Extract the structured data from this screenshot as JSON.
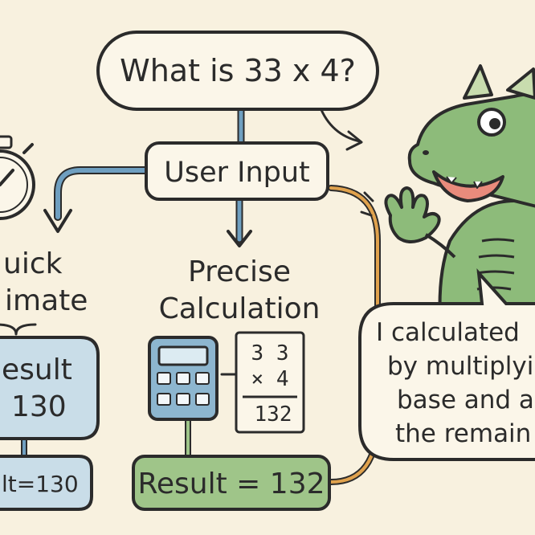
{
  "question": {
    "text": "What is 33 x 4?"
  },
  "input_node": {
    "label": "User Input"
  },
  "quick": {
    "heading_line1": "uick",
    "heading_line2": "imate",
    "box_line1": "esult",
    "box_line2": "130",
    "result_label": "lt=130"
  },
  "precise": {
    "heading_line1": "Precise",
    "heading_line2": "Calculation",
    "work": {
      "line1": "3  3",
      "line2": "×  4",
      "line3": "132"
    },
    "result_label": "Result = 132"
  },
  "bubble": {
    "lines": [
      "I calculated",
      "by multiplyi",
      "base and ad",
      "the remain"
    ]
  },
  "colors": {
    "background": "#f8f1df",
    "ink": "#2b2b2b",
    "blue_arrow": "#6f9fc0",
    "blue_fill": "#c9dde8",
    "green_fill": "#9fc589",
    "orange_connector": "#e0a24d",
    "dragon_green": "#8dbb7a",
    "dragon_light": "#c8dcae"
  },
  "icons": [
    "stopwatch-icon",
    "calculator-icon",
    "dragon-character"
  ]
}
